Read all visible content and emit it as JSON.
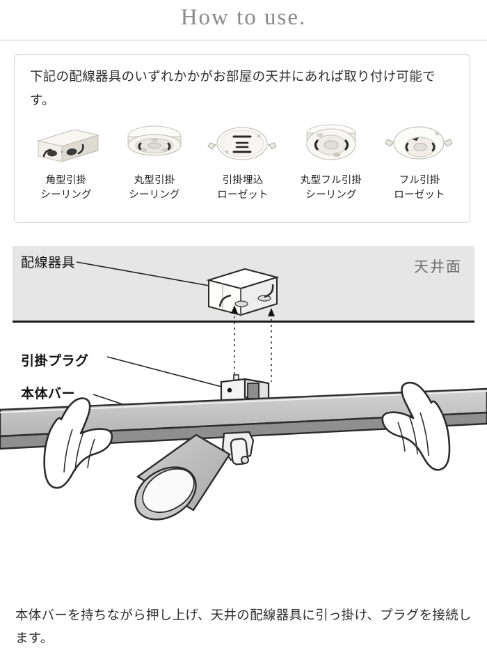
{
  "header": {
    "title": "How to use."
  },
  "infobox": {
    "description": "下記の配線器具のいずれかかがお部屋の天井にあれば取り付け可能です。",
    "devices": [
      {
        "icon": "square-hook-ceiling-icon",
        "name": "角型引掛\nシーリング",
        "line1": "角型引掛",
        "line2": "シーリング"
      },
      {
        "icon": "round-hook-ceiling-icon",
        "name": "丸型引掛\nシーリング",
        "line1": "丸型引掛",
        "line2": "シーリング"
      },
      {
        "icon": "flush-hook-rosette-icon",
        "name": "引掛埋込\nローゼット",
        "line1": "引掛埋込",
        "line2": "ローゼット"
      },
      {
        "icon": "round-full-hook-ceiling-icon",
        "name": "丸型フル引掛\nシーリング",
        "line1": "丸型フル引掛",
        "line2": "シーリング"
      },
      {
        "icon": "full-hook-rosette-icon",
        "name": "フル引掛\nローゼット",
        "line1": "フル引掛",
        "line2": "ローゼット"
      }
    ]
  },
  "diagram": {
    "ceiling_label": "天井面",
    "callouts": {
      "wiring_device": "配線器具",
      "hook_plug": "引掛プラグ",
      "body_bar": "本体バー"
    }
  },
  "footer": {
    "instruction": "本体バーを持ちながら押し上げ、天井の配線器具に引っ掛け、プラグを接続します。"
  },
  "colors": {
    "title_gray": "#8a8a8a",
    "ceiling_gray": "#e6e6e6",
    "bar_gray": "#b9b9b9",
    "text_dark": "#2e2e2e",
    "rule_gray": "#cfcfcf"
  }
}
